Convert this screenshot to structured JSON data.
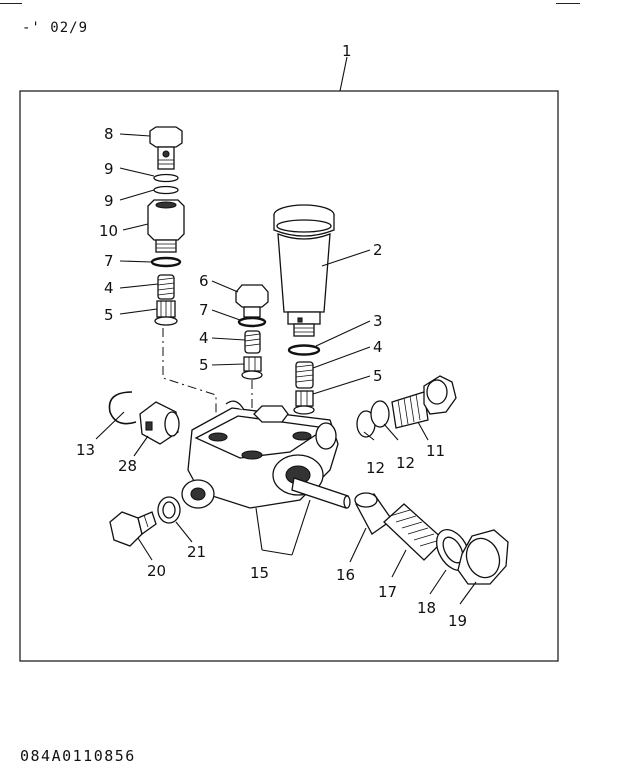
{
  "page_ref": "-' 02/9",
  "drawing_id": "084A0110856",
  "callouts": {
    "c1": "1",
    "c2": "2",
    "c3": "3",
    "c4a": "4",
    "c4b": "4",
    "c4c": "4",
    "c5a": "5",
    "c5b": "5",
    "c5c": "5",
    "c6": "6",
    "c7a": "7",
    "c7b": "7",
    "c8": "8",
    "c9a": "9",
    "c9b": "9",
    "c10": "10",
    "c11": "11",
    "c12a": "12",
    "c12b": "12",
    "c13": "13",
    "c15": "15",
    "c16": "16",
    "c17": "17",
    "c18": "18",
    "c19": "19",
    "c20": "20",
    "c21": "21",
    "c28": "28"
  }
}
